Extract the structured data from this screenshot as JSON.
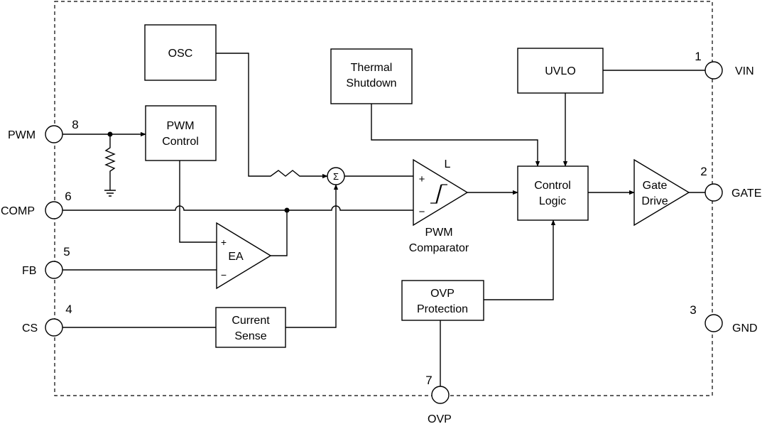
{
  "blocks": {
    "osc": "OSC",
    "thermal": [
      "Thermal",
      "Shutdown"
    ],
    "uvlo": "UVLO",
    "pwm_control": [
      "PWM",
      "Control"
    ],
    "control_logic": [
      "Control",
      "Logic"
    ],
    "gate_drive": [
      "Gate",
      "Drive"
    ],
    "ea": "EA",
    "current_sense": [
      "Current",
      "Sense"
    ],
    "ovp_protection": [
      "OVP",
      "Protection"
    ],
    "pwm_comparator": [
      "PWM",
      "Comparator"
    ],
    "comparator_tag": "L",
    "summing": "Σ"
  },
  "pins": {
    "vin": {
      "num": "1",
      "label": "VIN"
    },
    "gate": {
      "num": "2",
      "label": "GATE"
    },
    "gnd": {
      "num": "3",
      "label": "GND"
    },
    "cs": {
      "num": "4",
      "label": "CS"
    },
    "fb": {
      "num": "5",
      "label": "FB"
    },
    "comp": {
      "num": "6",
      "label": "COMP"
    },
    "ovp": {
      "num": "7",
      "label": "OVP"
    },
    "pwm": {
      "num": "8",
      "label": "PWM"
    }
  },
  "signs": {
    "plus": "+",
    "minus": "−"
  }
}
